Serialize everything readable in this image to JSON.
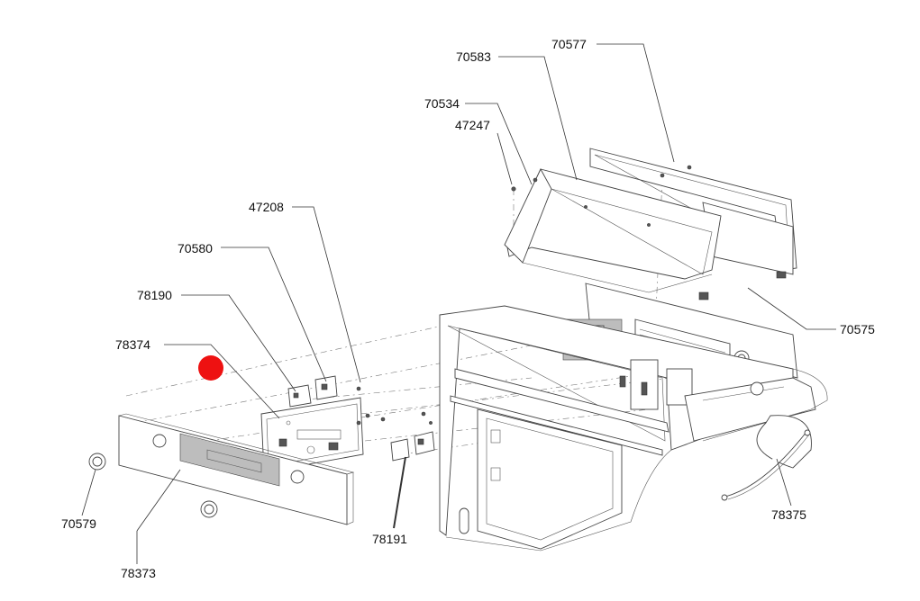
{
  "labels": {
    "p70577": "70577",
    "p70583": "70583",
    "p70534": "70534",
    "p47247": "47247",
    "p47208": "47208",
    "p70580": "70580",
    "p78190": "78190",
    "p78374": "78374",
    "p70575": "70575",
    "p70579": "70579",
    "p78373": "78373",
    "p78191": "78191",
    "p78375": "78375"
  },
  "marker": {
    "color": "#ee1111"
  }
}
